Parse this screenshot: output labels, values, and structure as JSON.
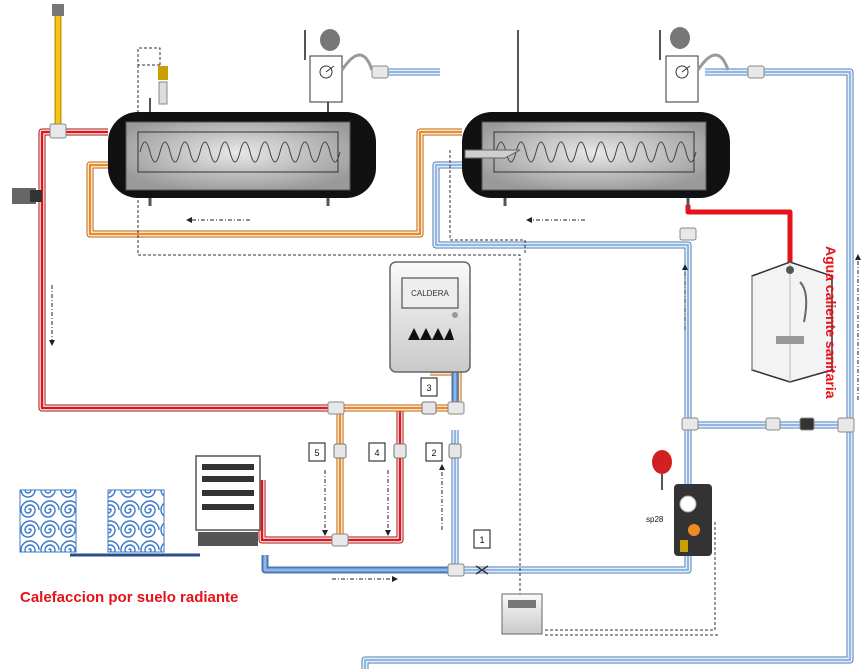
{
  "labels": {
    "boiler": "CALDERA",
    "floor_heating": "Calefaccion por  suelo radiante",
    "dhw": "Agua caliente sanitaria",
    "station": "sp28",
    "valves": [
      "1",
      "2",
      "3",
      "4",
      "5"
    ]
  },
  "colors": {
    "hot_pipe": "#e4121a",
    "warm_pipe": "#f08a24",
    "cold_pipe": "#6f9fd8",
    "solar_pipe": "#f5c518",
    "control_line": "#333333"
  }
}
